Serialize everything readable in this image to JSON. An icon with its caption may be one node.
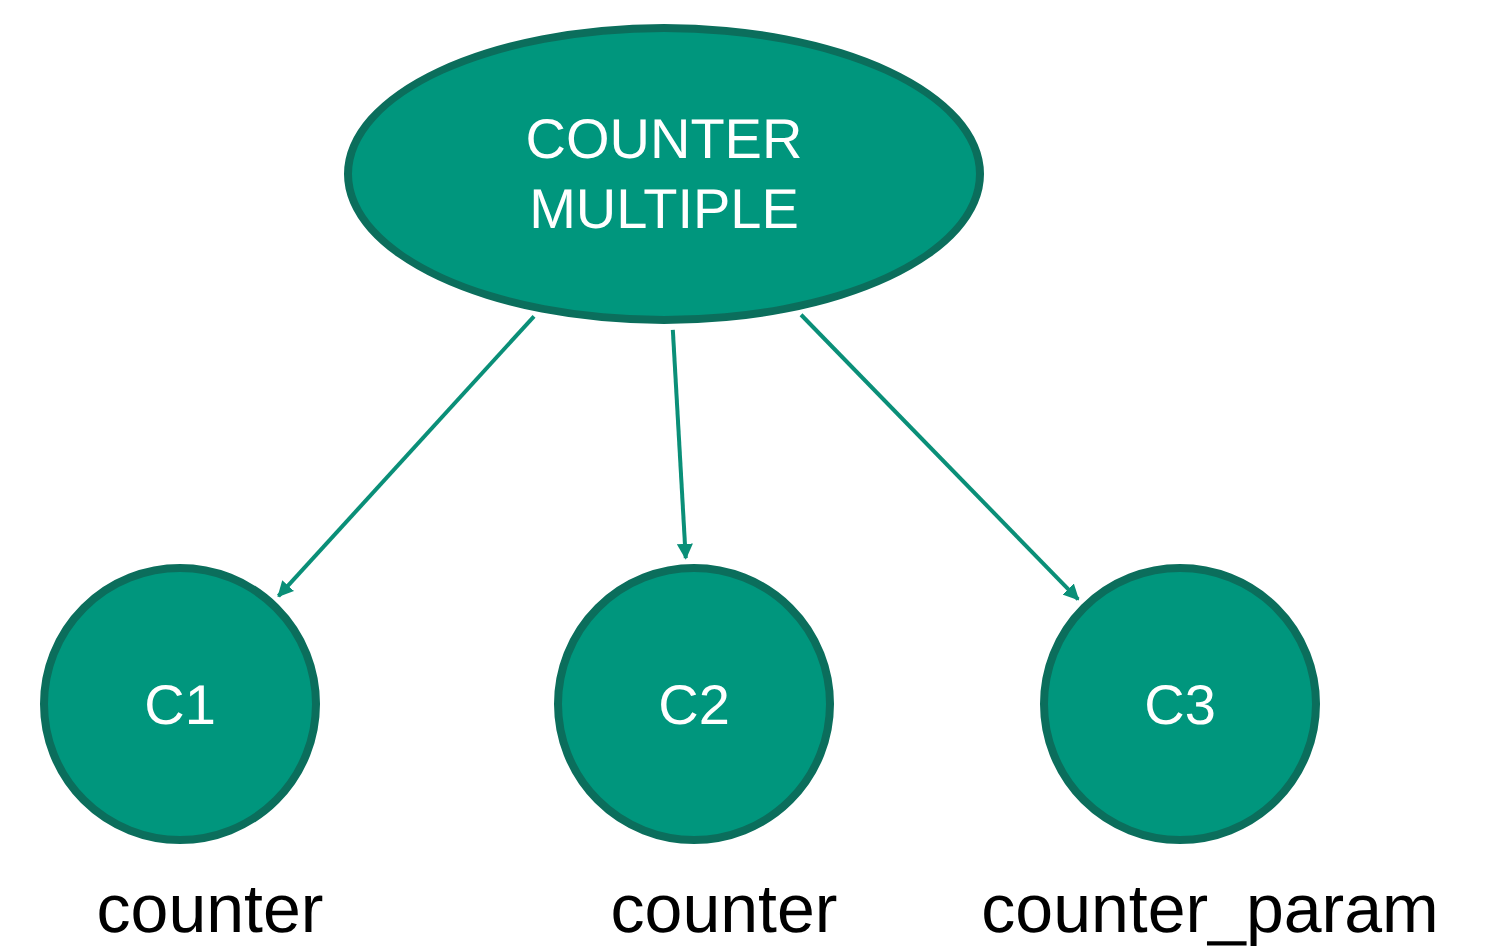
{
  "diagram": {
    "nodes": [
      {
        "text": [
          "COUNTER MULTIPLE"
        ]
      },
      {
        "text": [
          "C1"
        ],
        "beside": [
          "counter"
        ]
      },
      {
        "text": [
          "C2"
        ],
        "beside": [
          "counter"
        ]
      },
      {
        "text": [
          "C3"
        ],
        "beside": [
          "counter_param"
        ]
      }
    ],
    "edges": [
      {
        "from": 0,
        "to": 1,
        "arrow": "to"
      },
      {
        "from": 0,
        "to": 2,
        "arrow": "to"
      },
      {
        "from": 0,
        "to": 3,
        "arrow": "to"
      }
    ]
  }
}
